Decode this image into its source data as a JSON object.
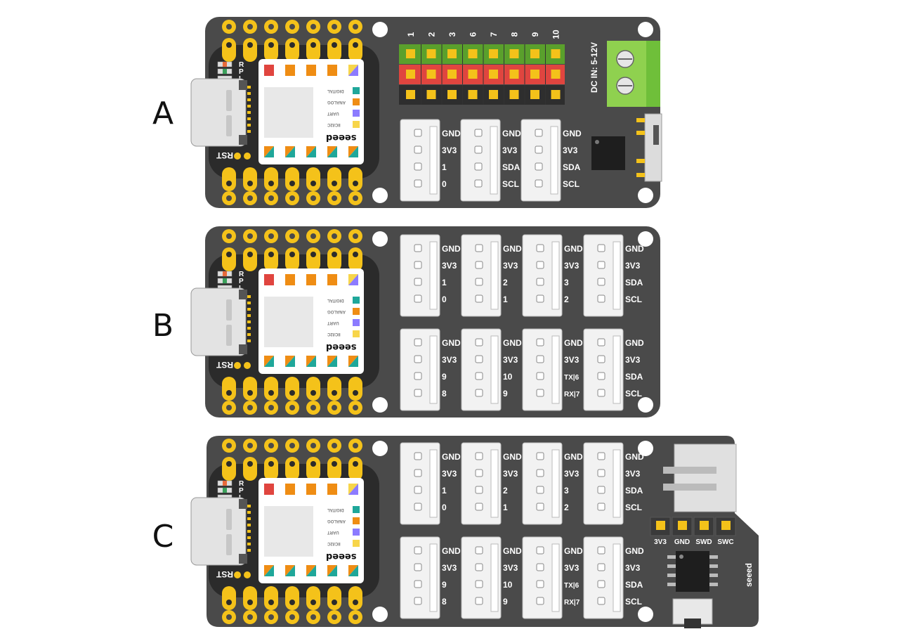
{
  "colors": {
    "board": "#4a4a4a",
    "module": "#2b2b2b",
    "pad_gold": "#f4c21a",
    "connector": "#f2f2f2",
    "header_green": "#5aa02c",
    "header_red": "#e0453f",
    "header_black": "#2e2e2e",
    "terminal_green": "#8fd14f",
    "legend_digital": "#1fa79a",
    "legend_analog": "#ef8d14",
    "legend_uart": "#8c7bff",
    "legend_iic": "#f7d54a"
  },
  "xiao": {
    "rst_label": "RST",
    "brand": "seeed",
    "led_r": "R",
    "led_p": "P",
    "led_l": "L",
    "legend": [
      "DIGITAL",
      "ANALOG",
      "UART",
      "IIC/I2C"
    ]
  },
  "boards": [
    {
      "label": "A",
      "header_numbers": [
        "1",
        "2",
        "3",
        "6",
        "7",
        "8",
        "9",
        "10"
      ],
      "dc_label": "DC IN: 5-12V",
      "connectors": [
        {
          "pins": [
            "GND",
            "3V3",
            "1",
            "0"
          ]
        },
        {
          "pins": [
            "GND",
            "3V3",
            "SDA",
            "SCL"
          ]
        },
        {
          "pins": [
            "GND",
            "3V3",
            "SDA",
            "SCL"
          ]
        }
      ]
    },
    {
      "label": "B",
      "connectors": [
        {
          "pins": [
            "GND",
            "3V3",
            "1",
            "0"
          ]
        },
        {
          "pins": [
            "GND",
            "3V3",
            "2",
            "1"
          ]
        },
        {
          "pins": [
            "GND",
            "3V3",
            "3",
            "2"
          ]
        },
        {
          "pins": [
            "GND",
            "3V3",
            "SDA",
            "SCL"
          ]
        },
        {
          "pins": [
            "GND",
            "3V3",
            "9",
            "8"
          ]
        },
        {
          "pins": [
            "GND",
            "3V3",
            "10",
            "9"
          ]
        },
        {
          "pins": [
            "GND",
            "3V3",
            "TX|6",
            "RX|7"
          ]
        },
        {
          "pins": [
            "GND",
            "3V3",
            "SDA",
            "SCL"
          ]
        }
      ]
    },
    {
      "label": "C",
      "swd_pins": [
        "3V3",
        "GND",
        "SWD",
        "SWC"
      ],
      "brand": "seeed",
      "connectors": [
        {
          "pins": [
            "GND",
            "3V3",
            "1",
            "0"
          ]
        },
        {
          "pins": [
            "GND",
            "3V3",
            "2",
            "1"
          ]
        },
        {
          "pins": [
            "GND",
            "3V3",
            "3",
            "2"
          ]
        },
        {
          "pins": [
            "GND",
            "3V3",
            "SDA",
            "SCL"
          ]
        },
        {
          "pins": [
            "GND",
            "3V3",
            "9",
            "8"
          ]
        },
        {
          "pins": [
            "GND",
            "3V3",
            "10",
            "9"
          ]
        },
        {
          "pins": [
            "GND",
            "3V3",
            "TX|6",
            "RX|7"
          ]
        },
        {
          "pins": [
            "GND",
            "3V3",
            "SDA",
            "SCL"
          ]
        }
      ]
    }
  ]
}
